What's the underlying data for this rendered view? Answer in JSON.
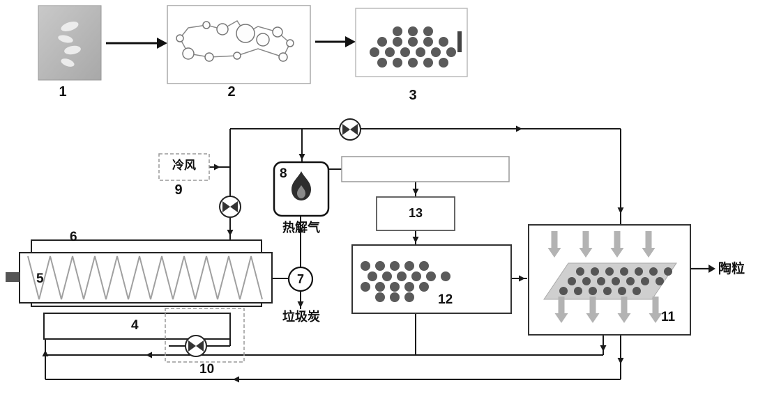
{
  "diagram": {
    "type": "process-flow-diagram",
    "stage_labels": {
      "s1": "1",
      "s2": "2",
      "s3": "3"
    },
    "component_labels": {
      "c4": "4",
      "c5": "5",
      "c6": "6",
      "c7": "7",
      "c8": "8",
      "c9": "9",
      "c10": "10",
      "c11": "11",
      "c12": "12",
      "c13": "13"
    },
    "annotations": {
      "cold_air": "冷风",
      "pyrolysis_gas": "热解气",
      "waste_char": "垃圾炭",
      "ceramsite": "陶粒"
    },
    "colors": {
      "line": "#1a1a1a",
      "box_border": "#333333",
      "pellet": "#5a5a5a",
      "air_arrow": "#b3b3b3",
      "plate": "#cfcfcf"
    }
  }
}
